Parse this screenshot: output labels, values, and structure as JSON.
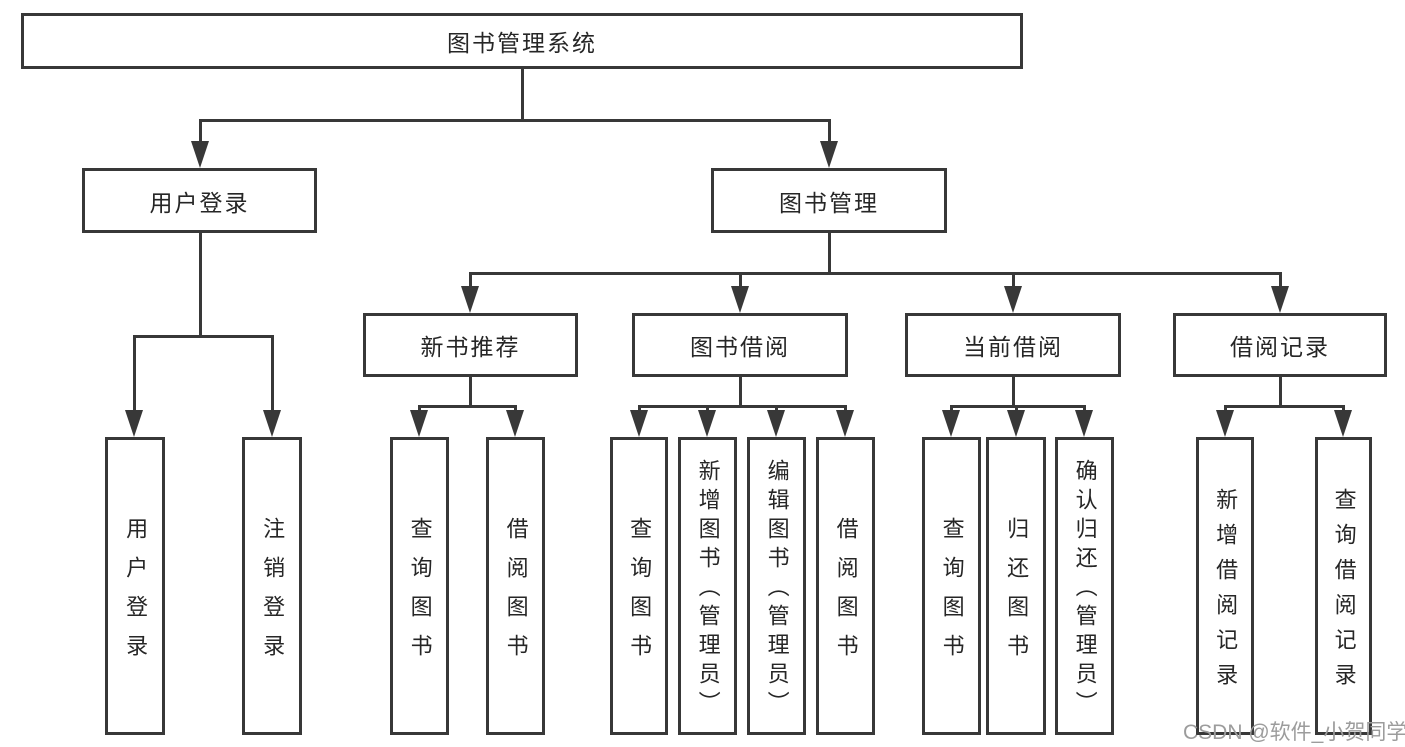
{
  "diagram": {
    "title": "图书管理系统",
    "root": {
      "label": "图书管理系统"
    },
    "level2": [
      {
        "label": "用户登录",
        "parent": "图书管理系统"
      },
      {
        "label": "图书管理",
        "parent": "图书管理系统"
      }
    ],
    "level3": [
      {
        "label": "新书推荐",
        "parent": "图书管理"
      },
      {
        "label": "图书借阅",
        "parent": "图书管理"
      },
      {
        "label": "当前借阅",
        "parent": "图书管理"
      },
      {
        "label": "借阅记录",
        "parent": "图书管理"
      }
    ],
    "leaves": [
      {
        "label": "用户登录",
        "parent": "用户登录"
      },
      {
        "label": "注销登录",
        "parent": "用户登录"
      },
      {
        "label": "查询图书",
        "parent": "新书推荐"
      },
      {
        "label": "借阅图书",
        "parent": "新书推荐"
      },
      {
        "label": "查询图书",
        "parent": "图书借阅"
      },
      {
        "label": "新增图书（管理员）",
        "parent": "图书借阅"
      },
      {
        "label": "编辑图书（管理员）",
        "parent": "图书借阅"
      },
      {
        "label": "借阅图书",
        "parent": "图书借阅"
      },
      {
        "label": "查询图书",
        "parent": "当前借阅"
      },
      {
        "label": "归还图书",
        "parent": "当前借阅"
      },
      {
        "label": "确认归还（管理员）",
        "parent": "当前借阅"
      },
      {
        "label": "新增借阅记录",
        "parent": "借阅记录"
      },
      {
        "label": "查询借阅记录",
        "parent": "借阅记录"
      }
    ]
  },
  "watermark": {
    "text": "CSDN @软件_小贺同学"
  },
  "colors": {
    "line": "#383838",
    "text": "#262626",
    "box_bg": "#ffffff",
    "page_bg": "#ffffff",
    "watermark": "#9c9c9c"
  }
}
